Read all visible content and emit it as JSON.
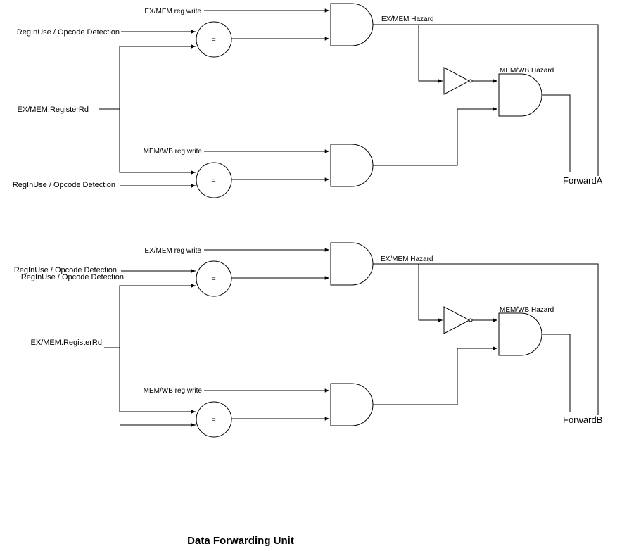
{
  "diagram": {
    "title": "Data Forwarding Unit",
    "units": [
      {
        "inputs": {
          "exmem_reg_write": "EX/MEM reg write",
          "reg_in_use_top": "RegInUse / Opcode Detection",
          "register_rd": "EX/MEM.RegisterRd",
          "memwb_reg_write": "MEM/WB reg write",
          "reg_in_use_bottom": "RegInUse / Opcode Detection"
        },
        "comparator_symbol": "=",
        "exmem_hazard": "EX/MEM Hazard",
        "memwb_hazard": "MEM/WB Hazard",
        "output": "ForwardA"
      },
      {
        "inputs": {
          "exmem_reg_write": "EX/MEM reg write",
          "reg_in_use_top": "RegInUse / Opcode Detection",
          "reg_in_use_top_overlap": "RegInUse / Opcode Detection",
          "register_rd": "EX/MEM.RegisterRd",
          "memwb_reg_write": "MEM/WB reg write"
        },
        "comparator_symbol": "=",
        "exmem_hazard": "EX/MEM Hazard",
        "memwb_hazard": "MEM/WB Hazard",
        "output": "ForwardB"
      }
    ]
  }
}
